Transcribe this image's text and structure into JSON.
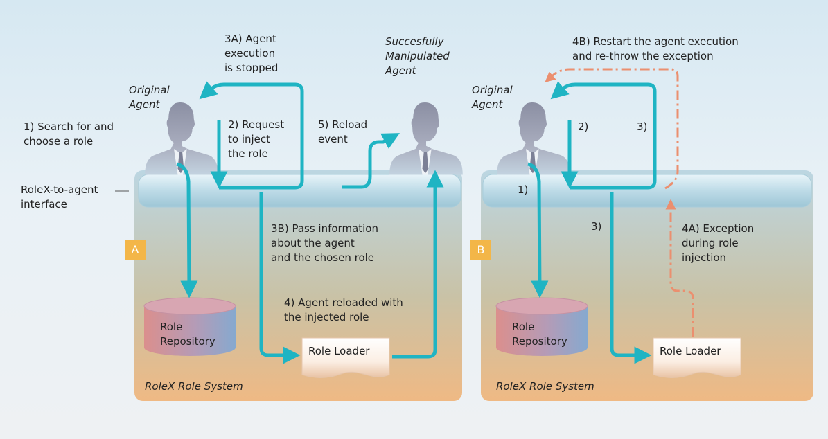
{
  "colors": {
    "flow": "#1fb4c3",
    "error": "#eb8f6f",
    "system_top": "#bed7e2",
    "system_bottom": "#eeba84",
    "badge": "#f3b648"
  },
  "left": {
    "badge": "A",
    "system_label": "RoleX Role System",
    "interface_label": "RoleX-to-agent\ninterface",
    "agent_label": "Original\nAgent",
    "manipulated_label": "Succesfully\nManipulated\nAgent",
    "step1": "1) Search for and\nchoose a role",
    "step2": "2) Request\nto inject\nthe role",
    "step3a": "3A) Agent\nexecution\nis stopped",
    "step3b": "3B) Pass information\nabout the agent\nand the chosen role",
    "step4": "4) Agent reloaded with\nthe injected role",
    "step5": "5) Reload\nevent",
    "repository": "Role\nRepository",
    "loader": "Role Loader"
  },
  "right": {
    "badge": "B",
    "system_label": "RoleX Role System",
    "agent_label": "Original\nAgent",
    "step1": "1)",
    "step2": "2)",
    "step3_top": "3)",
    "step3_bottom": "3)",
    "step4a": "4A) Exception\nduring role\ninjection",
    "step4b": "4B) Restart the agent execution\nand re-throw the exception",
    "repository": "Role\nRepository",
    "loader": "Role Loader"
  }
}
